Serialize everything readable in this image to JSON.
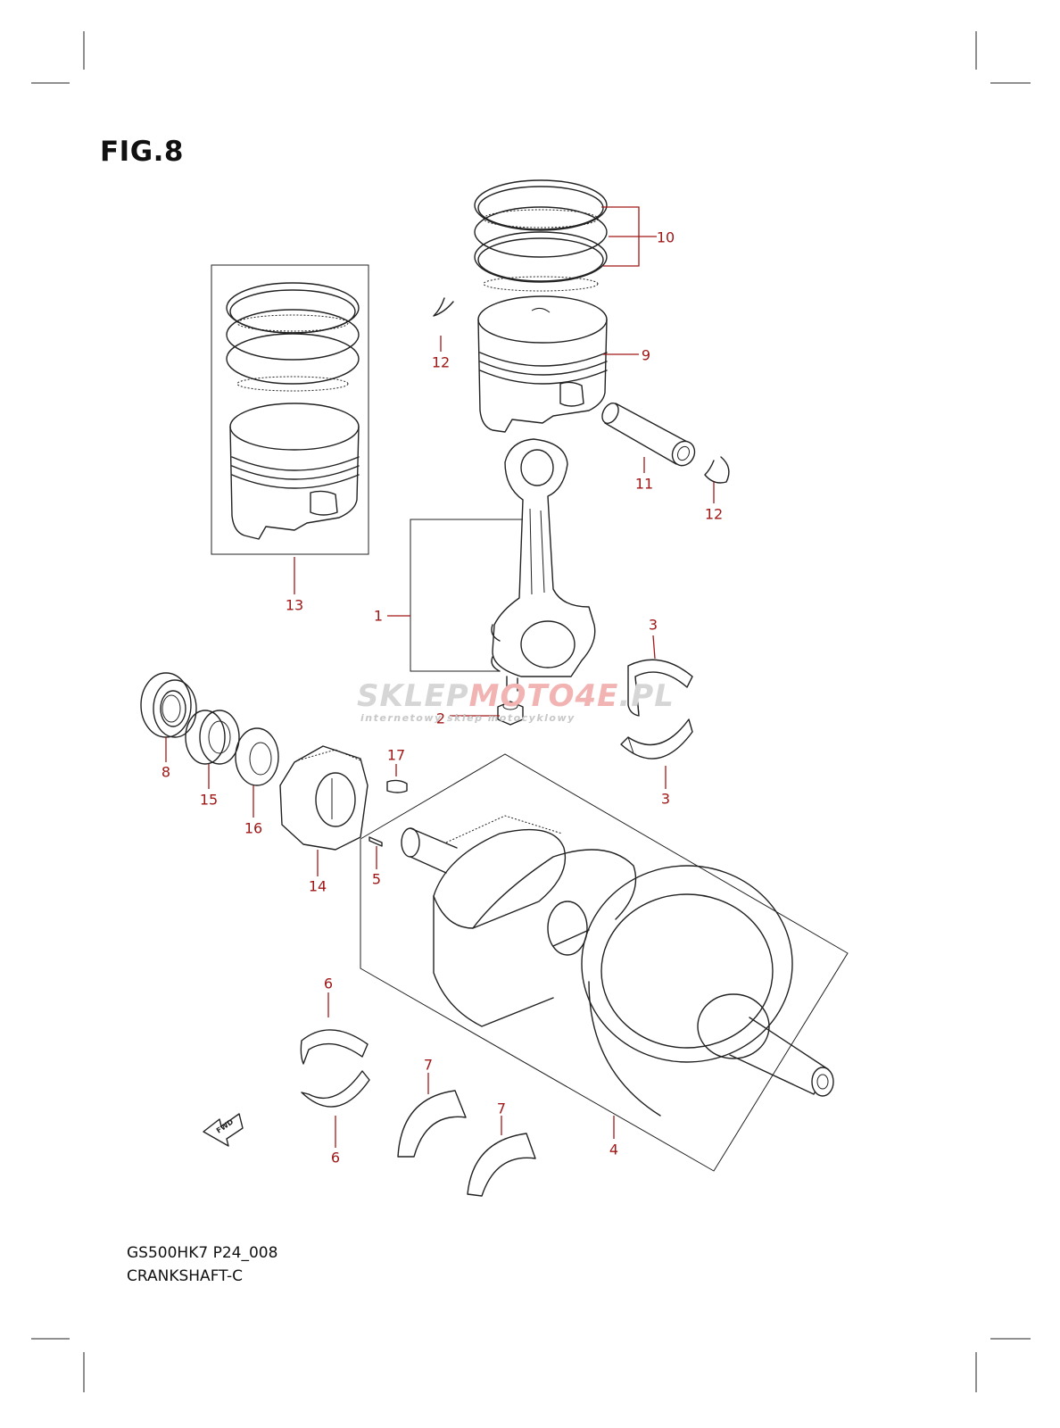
{
  "figure": {
    "title": "FIG.8"
  },
  "footer": {
    "model_code": "GS500HK7 P24_008",
    "section_name": "CRANKSHAFT-C"
  },
  "watermark": {
    "brand_main": "SKLEP",
    "brand_accent": "MOTO4E",
    "brand_tail": ".PL",
    "tagline": "internetowy sklep motocyklowy"
  },
  "fwd_badge": {
    "label": "FWD"
  },
  "callouts": {
    "c1": "1",
    "c2": "2",
    "c3a": "3",
    "c3b": "3",
    "c4": "4",
    "c5": "5",
    "c6a": "6",
    "c6b": "6",
    "c7a": "7",
    "c7b": "7",
    "c8": "8",
    "c9": "9",
    "c10": "10",
    "c11": "11",
    "c12a": "12",
    "c12b": "12",
    "c13": "13",
    "c14": "14",
    "c15": "15",
    "c16": "16",
    "c17": "17"
  },
  "colors": {
    "callout": "#a01818",
    "linework": "#222222",
    "watermark": "#d6d6d6",
    "watermark_accent": "#f2b3b3"
  }
}
